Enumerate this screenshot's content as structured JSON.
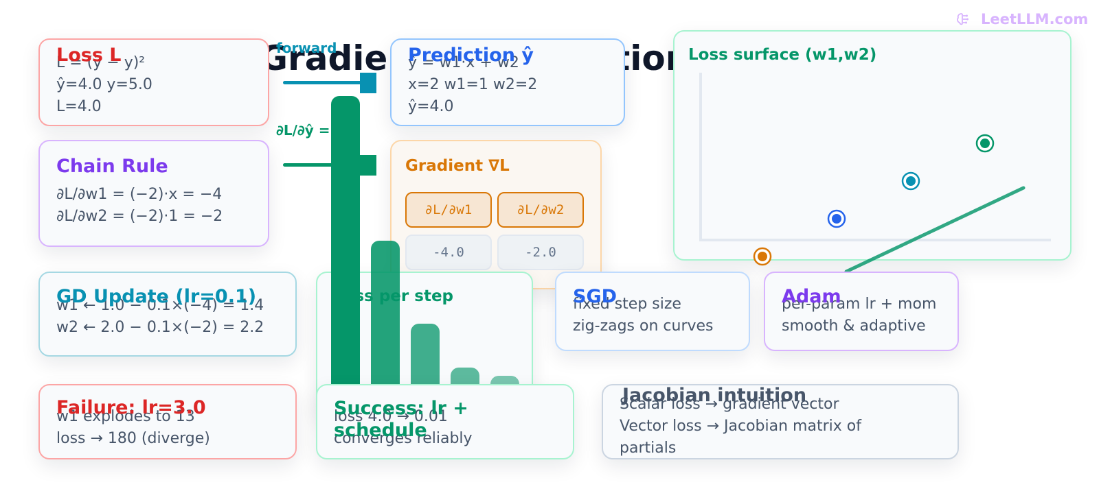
{
  "title": "Gradient Computation",
  "brand": "LeetLLM.com",
  "arrows": {
    "forward": "forward",
    "backward": "∂L/∂ŷ ="
  },
  "cards": {
    "loss": {
      "title": "Loss L",
      "lines": [
        "L = (ŷ − y)²",
        "ŷ=4.0 y=5.0",
        "L=4.0"
      ]
    },
    "prediction": {
      "title": "Prediction ŷ",
      "lines": [
        "ŷ = w1·x + w2",
        "x=2 w1=1 w2=2",
        "ŷ=4.0"
      ]
    },
    "chain": {
      "title": "Chain Rule",
      "lines": [
        "∂L/∂w1 = (−2)·x = −4",
        "∂L/∂w2 = (−2)·1 = −2"
      ]
    },
    "gradient": {
      "title": "Gradient ∇L",
      "headers": [
        "∂L/∂w1",
        "∂L/∂w2"
      ],
      "values": [
        "-4.0",
        "-2.0"
      ]
    },
    "surface": {
      "title": "Loss surface (w1,w2)"
    },
    "gd_update": {
      "title": "GD Update (lr=0.1)",
      "lines": [
        "w1 ← 1.0 − 0.1×(−4) = 1.4",
        "w2 ← 2.0 − 0.1×(−2) = 2.2"
      ]
    },
    "loss_per_step": {
      "title": "Loss per step"
    },
    "sgd": {
      "title": "SGD",
      "lines": [
        "fixed step size",
        "zig-zags on curves"
      ]
    },
    "adam": {
      "title": "Adam",
      "lines": [
        "per-param lr + mom",
        "smooth & adaptive"
      ]
    },
    "failure": {
      "title": "Failure: lr=3.0",
      "lines": [
        "w1 explodes to 13",
        "loss → 180 (diverge)"
      ]
    },
    "success": {
      "title": "Success: lr + schedule",
      "lines": [
        "loss 4.0 → 0.01",
        "converges reliably"
      ]
    },
    "jacobian": {
      "title": "Jacobian intuition",
      "lines": [
        "Scalar loss → gradient vector",
        "Vector loss → Jacobian matrix of",
        "partials"
      ]
    }
  },
  "colors": {
    "red": "#dc2626",
    "blue": "#2563eb",
    "purple": "#7c3aed",
    "orange": "#d97706",
    "green": "#059669",
    "teal": "#0891b2",
    "slate": "#475569"
  },
  "icons": {
    "brand": "brain-icon"
  },
  "chart_data": [
    {
      "type": "bar",
      "title": "Loss per step",
      "values": [
        4.0,
        2.0,
        0.85,
        0.25,
        0.05
      ],
      "ylim": [
        0,
        4.0
      ]
    },
    {
      "type": "scatter",
      "title": "Loss surface (w1,w2)",
      "points": [
        {
          "x": 1.0,
          "y": 2.0,
          "color": "#d97706"
        },
        {
          "x": 1.4,
          "y": 2.2,
          "color": "#2563eb"
        },
        {
          "x": 1.8,
          "y": 2.4,
          "color": "#0891b2"
        },
        {
          "x": 2.2,
          "y": 2.6,
          "color": "#059669"
        }
      ],
      "grid": false
    }
  ]
}
